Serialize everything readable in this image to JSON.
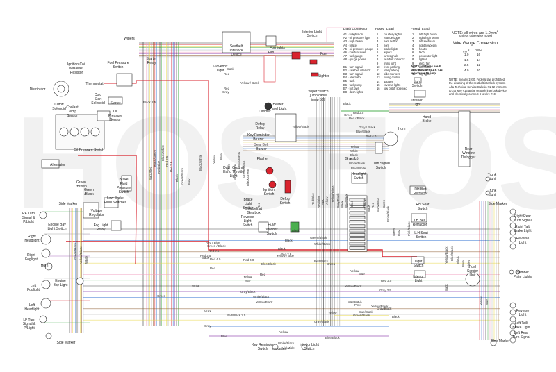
{
  "watermark": {
    "left": "HOSE",
    "right": "HOSE"
  },
  "notes": {
    "wire_size": "NOTE: all wires are 1.0mm",
    "wire_size_sup": "2",
    "wire_size_2": "unless otherwise noted",
    "gauge_title": "Wire Gauge Conversion",
    "gauge_col1": "mm",
    "gauge_col1_sup": "2",
    "gauge_col2": "AWG",
    "gauge_rows": [
      [
        "1.0",
        "16"
      ],
      [
        "1.5",
        "14"
      ],
      [
        "2.5",
        "12"
      ],
      [
        "4.0",
        "10"
      ]
    ],
    "fuse_note": [
      "NOTE: all fuses are 8",
      "amp EXCEPT #1 & #12",
      "which are 16 amp"
    ],
    "footnote": [
      "NOTE: In early 1970, Federal law prohibited",
      "the disabling of the seatbelt interlock system.",
      "Alfa Technical Service Bulletin #1-62 instructs",
      "to cut wire #13 at the seatbelt interlock device",
      "and electrically connect it to wire #19."
    ]
  },
  "dash_connector": {
    "title": "Dash Connector",
    "items": [
      "A1 - w/lights on",
      "A2 - oil pressure light",
      "A3 - high beam",
      "A4 - brake",
      "A5 - oil pressure gauge",
      "A6 - low fuel level",
      "A7 - fuel gauge",
      "A8 - gauge power",
      "B1 - turn signal",
      "B2 - seatbelt interlock",
      "B3 - turn signal",
      "B4 - alternator",
      "B5 - tach",
      "B6 - fuel pump",
      "B7 - hot pwr",
      "B8 - dash lights"
    ]
  },
  "fuse_left": {
    "title_num": "Fused",
    "title_load": "Load",
    "items": [
      [
        "1",
        "courtesy lights"
      ],
      [
        "2",
        "rear defogger"
      ],
      [
        "3",
        "horn button"
      ],
      [
        "4",
        "horn"
      ],
      [
        "5",
        "brake lights"
      ],
      [
        "6",
        "wipers"
      ],
      [
        "7",
        "turn signals"
      ],
      [
        "8",
        "seatbelt interlock"
      ],
      [
        "9",
        "trunk light"
      ],
      [
        "10",
        "front parking"
      ],
      [
        "11",
        "rear parking"
      ],
      [
        "12",
        "side markers"
      ],
      [
        "13",
        "swing control"
      ],
      [
        "14",
        "gauges"
      ],
      [
        "15",
        "reverse lights"
      ],
      [
        "16",
        "low cutoff solenoid"
      ]
    ]
  },
  "fuse_right": {
    "title_num": "Fused",
    "title_load": "Load",
    "items": [
      [
        "1",
        "left high beam"
      ],
      [
        "2",
        "right high beam"
      ],
      [
        "3",
        "left lowbeam"
      ],
      [
        "4",
        "right lowbeam"
      ],
      [
        "5",
        "heater"
      ],
      [
        "6",
        "tach"
      ],
      [
        "7",
        "generator light"
      ],
      [
        "8",
        "lighter"
      ],
      [
        "9",
        "elec. fan"
      ],
      [
        "10",
        "alternator"
      ],
      [
        "11",
        "fuel pump"
      ],
      [
        "12",
        "fog lights"
      ]
    ]
  },
  "components": {
    "wipers": "Wipers",
    "starter_relay": "Starter\nRelay",
    "ignition_coil": "Ignition Coil\nw/Ballast\nResistor",
    "fuel_pressure_switch": "Fuel Pressure\nSwitch",
    "distributor": "Distributor",
    "cutoff_solenoid": "Cutoff\nSolenoid",
    "coolant_temp_sensor": "Coolant\nTemp\nSensor",
    "thermostat": "Thermostat",
    "cold_start_solenoid": "Cold\nStart\nSolenoid",
    "starter": "Starter",
    "oil_pressure_sensor": "Oil\nPressure\nSensor",
    "oil_pressure_switch": "Oil Pressure Switch",
    "alternator": "Alternator",
    "brake_fluid_pressure_switch": "Brake\nFluid\nPressure\nSwitch",
    "voltage_regulator": "Voltage\nRegulator",
    "low_brake_fluid_switches": "Low Brake\nFluid Switches",
    "green_black": "Green\n/Black",
    "side_marker_lf": "Side Marker",
    "rf_turn_signal": "RF Turn\nSignal &\nP/Light",
    "engine_bay_light_switch": "Engine Bay\nLight Switch",
    "fog_light_relay": "Fog Light\nRelay",
    "right_headlight": "Right\nHeadlight",
    "right_foglight": "Right\nFoglight",
    "horn": "Horn",
    "engine_bay_light": "Engine\nBay Light",
    "left_foglight": "Left\nFoglight",
    "left_headlight": "Left\nHeadlight",
    "lf_turn_signal": "LF Turn\nSignal &\nP/Light",
    "side_marker_bottom": "Side Marker",
    "seatbelt_interlock": "Seatbelt\nInterlock\nDevice",
    "fog_lights": "Fog lights",
    "fan": "Fan",
    "interior_light_switch_top": "Interior Light\nSwitch",
    "glovebox_light": "Glovebox\nLight",
    "fuel": "Fuel",
    "lighter": "Lighter",
    "wiper_switch": "Wiper Switch\njump cable\njump 587",
    "dimmer": "Dimmer",
    "heater_panel_light": "Heater\nPanel Light",
    "defog_relay": "Defog\nRelay",
    "key_reminder_buzzer": "Key Reminder\nBuzzer",
    "seat_belt_buzzer": "Seat Belt\nBuzzer",
    "flasher": "Flasher",
    "dash_ground": "Dash Ground\nHand Throttle\nLight",
    "ignition_switch": "Ignition\nSwitch",
    "brake_light_switch": "Brake\nLight\nSwitch",
    "seatbelt_gearbox": "Seatbelt at\nGearbox",
    "reverse_light_switch": "Reverse\nLight\nSwitch",
    "defog_switch": "Defog\nSwitch",
    "hi_lo_washer": "Hi-W\nWasher\nSwitch",
    "fuse_box": "Fuse Box",
    "turn_signal_switch": "Turn Signal\nSwitch",
    "headlight_switch": "Headlight\nSwitch",
    "light_switch_right": "Light\nSwitch",
    "interior_light": "Interior\nLight",
    "hand_brake": "Hand\nBrake",
    "horn_ring": "Horn",
    "rear_window_defogger": "Rear\nWindow\nDefogger",
    "trunk_light": "Trunk\nLight",
    "trunk_light_2": "Trunk\nLight",
    "side_marker_rr": "Side Marker",
    "right_rear_turn": "Right Rear\nTurn Signal",
    "right_tail_brake": "Right Tail/\nBrake Light",
    "rr_belt_retractor": "RH Belt\nRetractor",
    "rh_seat_switch": "RH Seat\nSwitch",
    "lh_belt_retractor": "LH Belt\nRetractor",
    "lh_seat_switch": "L.H Seat\nSwitch",
    "reverse_light_r": "Reverse\nLight",
    "light_switch_lower": "Light\nSwitch",
    "interior_light_2": "Interior\nLight",
    "fuel_sender": "Fuel\nSender\nUnit",
    "number_plate_lights": "Number\nPlate Lights",
    "reverse_light_l": "Reverse\nLight",
    "left_tail_brake": "Left Tail/\nBrake Light",
    "left_rear_turn": "Left Rear\nTurn Signal",
    "key_reminder_switch": "Key Reminder\nSwitch",
    "interior_light_switch_bottom": "Interior Light\nSwitch",
    "side_marker_rear_right": "Side Marker",
    "green_brown": "Green\n/Brown",
    "gray_25": "Gray 2.5"
  },
  "wire_labels": {
    "h": [
      "Black",
      "Red",
      "Yellow / Black",
      "Red",
      "Gray",
      "Black 2.5",
      "Black",
      "Red 2.5",
      "Green",
      "Red / Black",
      "Yellow/Black",
      "Gray / Black",
      "Blue/Black",
      "Red 4.0",
      "Yellow",
      "White",
      "Black",
      "Pink",
      "White/Black",
      "Blue/White",
      "Red / Blue",
      "Green / Black",
      "Black",
      "Red 2.5",
      "Red 2.5",
      "Black",
      "Blue/Black",
      "Red 4.0",
      "Red",
      "Yellow",
      "Pink",
      "White",
      "Red",
      "Yellow/Black",
      "Gray/Black",
      "White/Black",
      "Yellow/Black",
      "Green",
      "Gray",
      "Red/Black 2.5",
      "Gray/Black",
      "Yellow",
      "Blue/Black",
      "Blue",
      "White/Black",
      "Violet",
      "Violet",
      "Yellow",
      "Red 2.5",
      "Gray 2.5",
      "Black",
      "Green/Black",
      "White/Black",
      "Black",
      "Red 2.5",
      "Red 4.0",
      "Yellow / Blue",
      "Red/Black",
      "Green",
      "Yellow",
      "Blue",
      "Blue/Black",
      "Pink",
      "Yellow/Black",
      "Gray/Black",
      "Blue/Black",
      "Green/Black",
      "Gray",
      "Pink/Black",
      "Black"
    ],
    "v": [
      "Black/Red",
      "Black/Green",
      "Red/Blue",
      "Black/White",
      "Red 2.5",
      "Red 2.5",
      "Black",
      "Green/Black",
      "Pink",
      "Black/White",
      "Yellow",
      "Blue",
      "Gray",
      "White/Black",
      "Blue/White",
      "Green/Black",
      "Black/Green",
      "Red",
      "Red/Blue",
      "Red/Blue",
      "Pink",
      "Yellow",
      "Yellow/Black",
      "Gray/Black",
      "Black",
      "Blue/Black",
      "Blue",
      "Yellow",
      "Black",
      "Red",
      "Black/Blue",
      "Green",
      "White/Black",
      "Green",
      "Pink",
      "Pink/Black",
      "Yellow/Black",
      "Blue/Black",
      "Black",
      "Blue",
      "Violet",
      "Green/Black",
      "Yellow/Black",
      "White",
      "Black",
      "Yellow",
      "Blue"
    ]
  },
  "colors": {
    "red": "#d9232e",
    "black": "#1a1a1a",
    "yellow": "#e8d84a",
    "green": "#4caf50",
    "blue": "#2f6fd1",
    "gray": "#9a9a9a",
    "pink": "#f2a1c0",
    "violet": "#9b59b6",
    "brown": "#8b5a2b",
    "white_stroke": "#bdbdbd",
    "watermark": "#f1f1f1"
  }
}
